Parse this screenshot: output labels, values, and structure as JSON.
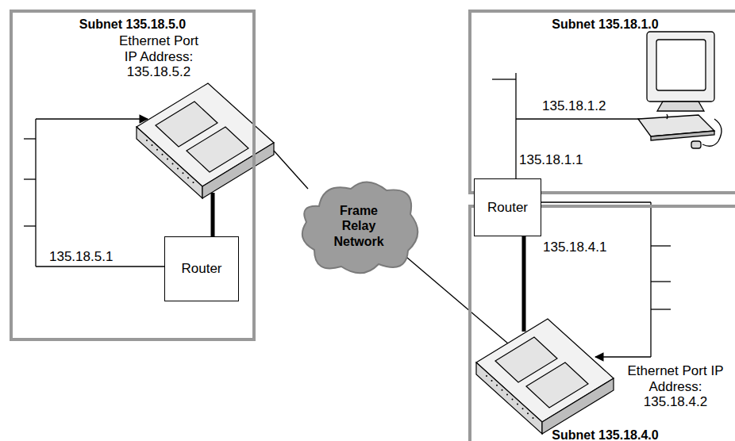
{
  "diagram": {
    "nodes": [
      {
        "text": [
          "Subnet 135.18.5.0"
        ]
      },
      {
        "text": [
          "Router"
        ],
        "in": 0
      },
      {
        "text": [
          "Subnet 135.18.1.0"
        ]
      },
      {
        "text": [
          "Subnet 135.18.4.0"
        ]
      },
      {
        "text": [
          "Router"
        ]
      },
      {
        "text": [
          "Frame Relay Network"
        ]
      }
    ],
    "labels": [
      "Ethernet Port IP Address: 135.18.5.2",
      "135.18.5.1",
      "135.18.1.2",
      "135.18.1.1",
      "135.18.4.1",
      "Ethernet Port IP Address: 135.18.4.2"
    ]
  }
}
